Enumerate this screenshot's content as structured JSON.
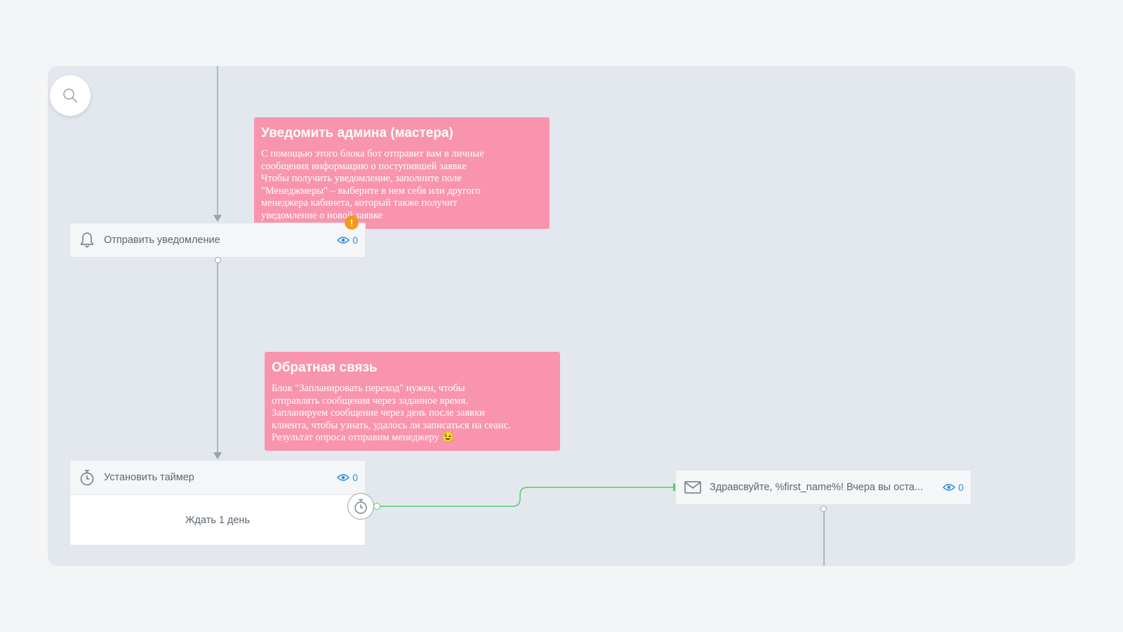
{
  "notes": [
    {
      "title": "Уведомить админа (мастера)",
      "lines": [
        "С помощью этого блока бот отправит вам в личные",
        "сообщения информацию о поступившей заявке",
        "Чтобы получить уведомление, заполните поле",
        "\"Менеджмеры\" – выберите в нем себя или другого",
        "менеджера кабинета, который также получит",
        "уведомление о новой заявке"
      ]
    },
    {
      "title": "Обратная связь",
      "lines": [
        "Блок \"Запланировать переход\" нужен, чтобы",
        "отправлять сообщения через заданное время.",
        "Запланируем сообщение через день после заявки",
        "клиента, чтобы узнать, удалось ли записаться на сеанс.",
        "Результат опроса отправим менеджеру 😉"
      ]
    }
  ],
  "nodes": {
    "notify": {
      "label": "Отправить уведомление",
      "views": "0",
      "icon": "bell-icon",
      "warning": "!"
    },
    "timer": {
      "label": "Установить таймер",
      "views": "0",
      "icon": "stopwatch-icon",
      "body": "Ждать 1 день"
    },
    "message": {
      "label": "Здравсвуйте, %first_name%! Вчера вы оста...",
      "views": "0",
      "icon": "envelope-icon"
    }
  },
  "colors": {
    "canvas": "#e3e8ee",
    "note": "#f994ae",
    "link": "#2a8fd8",
    "edge": "#9aa4ad",
    "edge_active": "#59c96a",
    "warning": "#f39a1e"
  }
}
